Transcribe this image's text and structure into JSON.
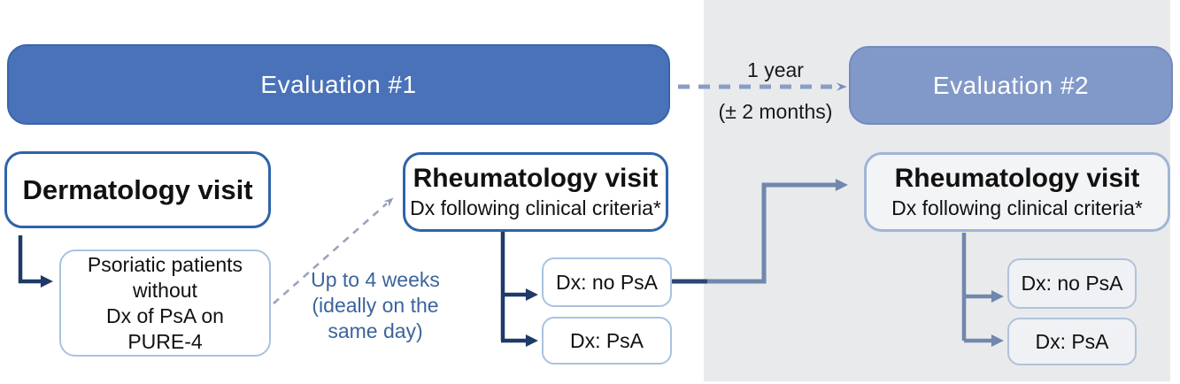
{
  "figure": {
    "type": "study-flow-diagram",
    "description": "Two-timepoint evaluation flow for psoriatic patients"
  },
  "colors": {
    "eval1_banner_fill": "#4a72b9",
    "eval2_banner_fill": "#8199c9",
    "strong_box_border": "#2e63ab",
    "light_box_border": "#a8c2e0",
    "gray_panel": "#e9eaec",
    "navy_arrow": "#1f3a68",
    "slate_arrow": "#7187ad",
    "dashed_interval_arrow": "#8a9dc7",
    "dashed_referral_arrow": "#9aa3bf",
    "note_text": "#3c649c"
  },
  "timeline": {
    "eval1_label": "Evaluation #1",
    "eval2_label": "Evaluation #2",
    "interval_line1": "1 year",
    "interval_line2": "(± 2 months)"
  },
  "eval1": {
    "dermatology_box": {
      "title": "Dermatology visit"
    },
    "psoriatic_box": {
      "text": "Psoriatic patients\nwithout\nDx of PsA on\nPURE-4"
    },
    "delay_note": "Up to 4 weeks\n(ideally on the\nsame day)",
    "rheumatology_box": {
      "title": "Rheumatology visit",
      "subtitle": "Dx following clinical criteria*"
    },
    "outcomes": [
      {
        "label": "Dx: no PsA"
      },
      {
        "label": "Dx: PsA"
      }
    ]
  },
  "eval2": {
    "rheumatology_box": {
      "title": "Rheumatology visit",
      "subtitle": "Dx following clinical criteria*"
    },
    "outcomes": [
      {
        "label": "Dx: no PsA"
      },
      {
        "label": "Dx: PsA"
      }
    ]
  }
}
